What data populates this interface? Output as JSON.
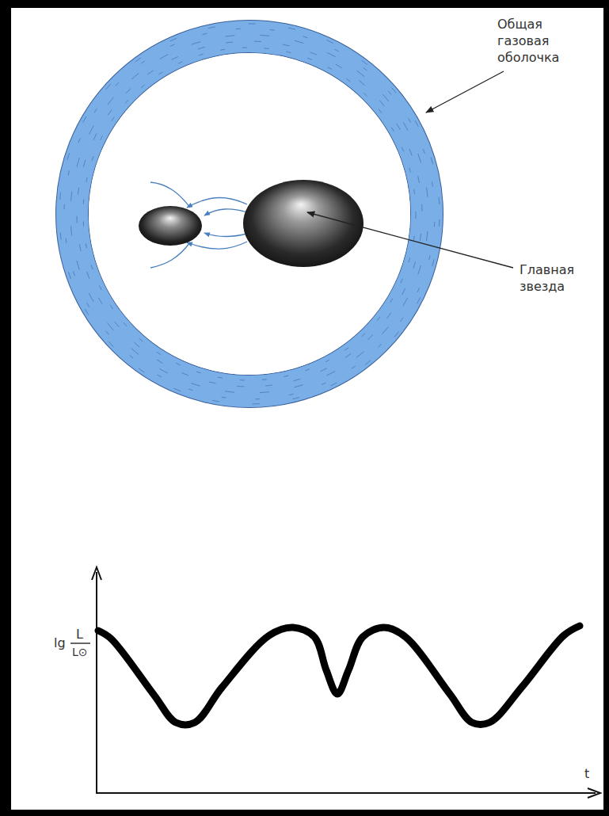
{
  "diagram": {
    "labels": [
      "Общая газовая оболочка",
      "Главная звезда",
      "lg",
      "L",
      "L⊙",
      "t"
    ]
  }
}
